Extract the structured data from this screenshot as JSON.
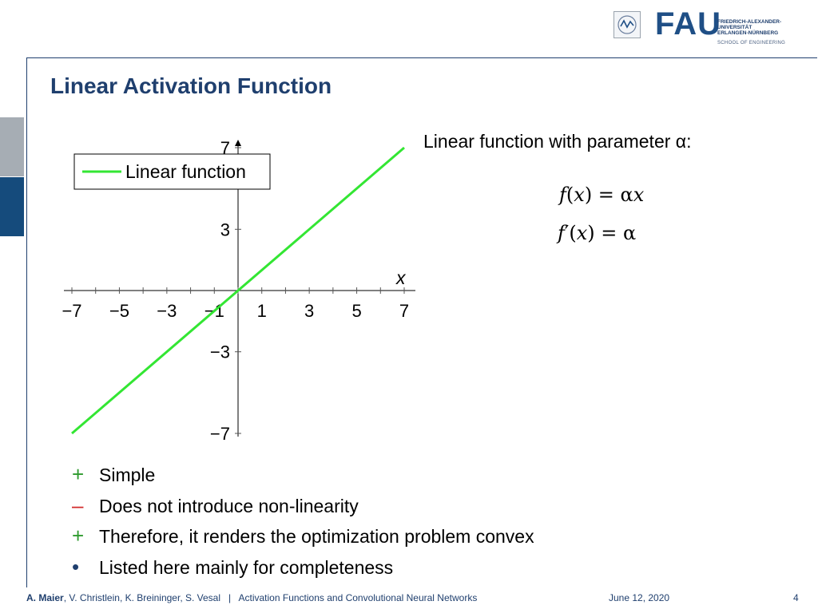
{
  "slide": {
    "title": "Linear Activation Function",
    "logo": {
      "icon": "university-seal-icon",
      "wordmark": "FAU",
      "lines": [
        "FRIEDRICH-ALEXANDER-",
        "UNIVERSITÄT",
        "ERLANGEN-NÜRNBERG"
      ],
      "school": "SCHOOL OF ENGINEERING"
    },
    "description": "Linear function with parameter α:",
    "formulas": {
      "f_lhs": "f",
      "f_arg": "x",
      "f_rhs_coef": "α",
      "f_rhs_var": "x",
      "fp_lhs": "f",
      "fp_prime": "′",
      "fp_arg": "x",
      "fp_rhs": "α"
    },
    "bullets": [
      {
        "marker": "+",
        "color": "#2e9a2e",
        "text": "Simple"
      },
      {
        "marker": "–",
        "color": "#d22a2a",
        "text": "Does not introduce non-linearity"
      },
      {
        "marker": "+",
        "color": "#2e9a2e",
        "text": "Therefore, it renders the optimization problem convex"
      },
      {
        "marker": "•",
        "color": "#1f3f6e",
        "text": "Listed here mainly for completeness"
      }
    ],
    "footer": {
      "author_main": "A. Maier",
      "author_rest": ", V. Christlein, K. Breininger, S. Vesal",
      "separator": "|",
      "course": "Activation Functions and Convolutional Neural Networks",
      "date": "June 12, 2020",
      "page": "4"
    },
    "colors": {
      "accent": "#1f3f6e",
      "line": "#33e633"
    }
  },
  "chart_data": {
    "type": "line",
    "series": [
      {
        "name": "Linear function",
        "x": [
          -7,
          7
        ],
        "y": [
          -7,
          7
        ],
        "color": "#33e633"
      }
    ],
    "xlabel": "x",
    "ylabel": "",
    "xlim": [
      -7,
      7
    ],
    "ylim": [
      -7,
      7
    ],
    "x_ticks": [
      -7,
      -6,
      -5,
      -4,
      -3,
      -2,
      -1,
      0,
      1,
      2,
      3,
      4,
      5,
      6,
      7
    ],
    "x_tick_labels": [
      -7,
      -5,
      -3,
      -1,
      1,
      3,
      5,
      7
    ],
    "y_ticks": [
      -7,
      -3,
      3,
      7
    ],
    "y_tick_labels": [
      "−7",
      "−3",
      "3",
      "7"
    ],
    "legend": "top-left",
    "grid": false
  }
}
